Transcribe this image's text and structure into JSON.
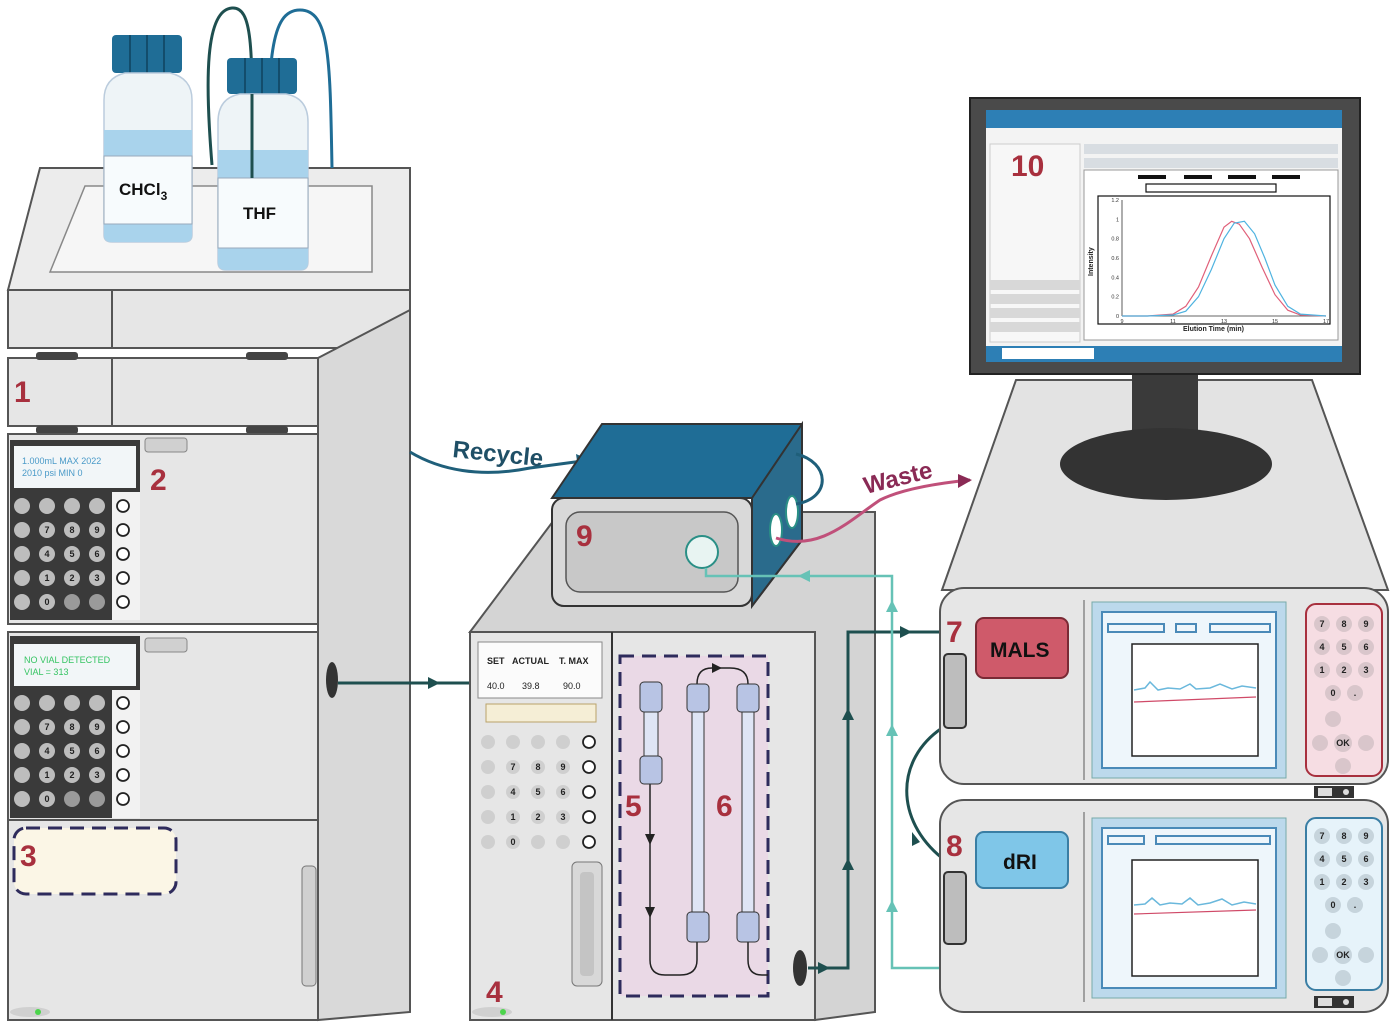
{
  "labels": {
    "n1": "1",
    "n2": "2",
    "n3": "3",
    "n4": "4",
    "n5": "5",
    "n6": "6",
    "n7": "7",
    "n8": "8",
    "n9": "9",
    "n10": "10"
  },
  "bottles": {
    "left": "CHCl",
    "left_sub": "3",
    "right": "THF"
  },
  "pump_display": {
    "line1": "1.000mL   MAX 2022",
    "line2": "2010 psi    MIN      0"
  },
  "autosampler_display": {
    "line1": "NO VIAL DETECTED",
    "line2": "VIAL = 313"
  },
  "oven_display": {
    "headers": [
      "SET",
      "ACTUAL",
      "T. MAX"
    ],
    "values": [
      "40.0",
      "39.8",
      "90.0"
    ]
  },
  "keypad": [
    "7",
    "8",
    "9",
    "4",
    "5",
    "6",
    "1",
    "2",
    "3",
    "0"
  ],
  "detector_keypad": [
    "7",
    "8",
    "9",
    "4",
    "5",
    "6",
    "1",
    "2",
    "3",
    "0",
    ".",
    "OK"
  ],
  "flow_labels": {
    "recycle": "Recycle",
    "waste": "Waste"
  },
  "detectors": {
    "mals": "MALS",
    "dri": "dRI"
  },
  "monitor_chart": {
    "ylabel": "Intensity",
    "xlabel": "Elution Time (min)",
    "yticks": [
      "0",
      "0.2",
      "0.4",
      "0.6",
      "0.8",
      "1",
      "1.2"
    ],
    "xticks": [
      "9",
      "11",
      "13",
      "15",
      "17"
    ]
  },
  "colors": {
    "instrument": "#e6e6e6",
    "instrument_dark": "#cfcfcf",
    "outline": "#555555",
    "label_red": "#a8303e",
    "cap_blue": "#1f6d96",
    "liquid": "#a9d3ec",
    "recycle_line": "#1f5f7a",
    "waste_line": "#c0507a",
    "flow_dark": "#1e4f4f",
    "flow_light": "#66c2b6",
    "column_zone": "#ead9e6",
    "mals_box": "#cf5a6a",
    "dri_box": "#7fc6e8",
    "screen_blue": "#2d7fb5",
    "series_red": "#e0607a",
    "series_blue": "#4fb3e0"
  },
  "chart_data": {
    "type": "line",
    "title": "",
    "xlabel": "Elution Time (min)",
    "ylabel": "Intensity",
    "xlim": [
      9,
      17
    ],
    "ylim": [
      0,
      1.2
    ],
    "series": [
      {
        "x": [
          9,
          10,
          11,
          11.5,
          12,
          12.5,
          13,
          13.3,
          13.6,
          14,
          14.5,
          15,
          15.5,
          16,
          17
        ],
        "y": [
          0,
          0,
          0.02,
          0.1,
          0.3,
          0.62,
          0.92,
          0.98,
          0.95,
          0.8,
          0.5,
          0.22,
          0.06,
          0.01,
          0
        ]
      },
      {
        "x": [
          9,
          10,
          11,
          11.5,
          12,
          12.5,
          13,
          13.4,
          13.8,
          14.2,
          14.6,
          15,
          15.5,
          16,
          17
        ],
        "y": [
          0,
          0,
          0.01,
          0.05,
          0.2,
          0.48,
          0.8,
          0.96,
          0.98,
          0.85,
          0.6,
          0.32,
          0.1,
          0.02,
          0
        ]
      }
    ]
  }
}
